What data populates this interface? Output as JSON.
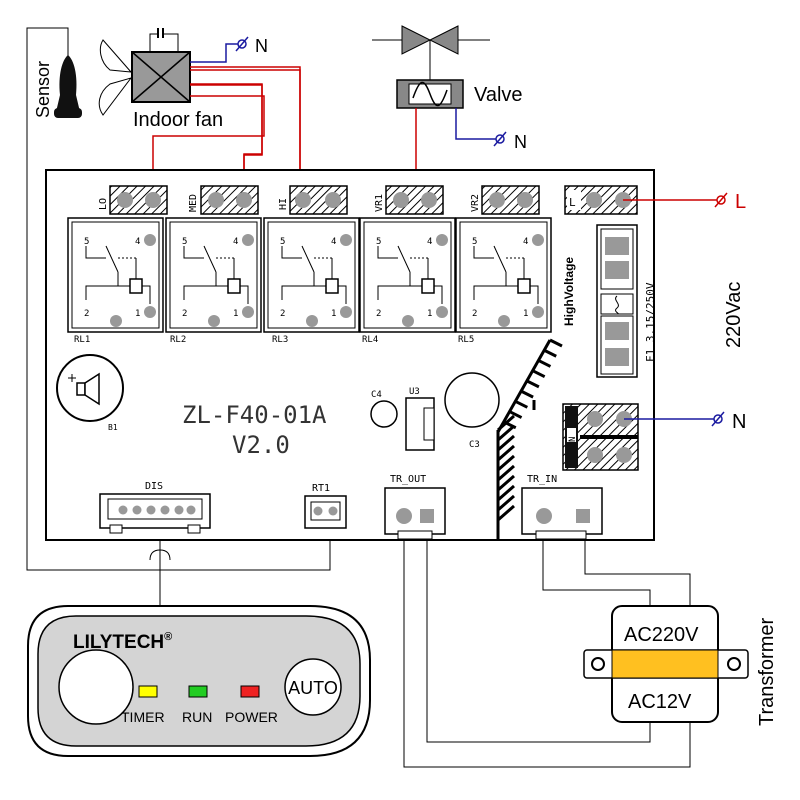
{
  "labels": {
    "sensor": "Sensor",
    "indoor_fan": "Indoor fan",
    "fan_neutral": "N",
    "valve": "Valve",
    "valve_neutral": "N",
    "line": "L",
    "neutral": "N",
    "supply_voltage": "220Vac",
    "transformer": "Transformer",
    "ac_primary": "AC220V",
    "ac_secondary": "AC12V"
  },
  "board": {
    "model": "ZL-F40-01A",
    "version": "V2.0",
    "high_voltage": "HighVoltage",
    "fuse": "F1 3.15/250V",
    "buzzer": "B1",
    "c3": "C3",
    "c4": "C4",
    "u3": "U3",
    "terminal_l": "L",
    "terminal_n": "N",
    "terminals": [
      "LO",
      "MED",
      "HI",
      "VR1",
      "VR2"
    ],
    "relays": [
      "RL1",
      "RL2",
      "RL3",
      "RL4",
      "RL5"
    ],
    "relay_pins": {
      "p5": "5",
      "p4": "4",
      "p2": "2",
      "p1": "1"
    },
    "connectors": {
      "dis": "DIS",
      "rt1": "RT1",
      "tr_out": "TR_OUT",
      "tr_in": "TR_IN"
    }
  },
  "panel": {
    "brand": "LILYTECH",
    "brand_mark": "®",
    "auto_button": "AUTO",
    "leds": [
      {
        "label": "TIMER",
        "color": "#ffff00"
      },
      {
        "label": "RUN",
        "color": "#22cc22"
      },
      {
        "label": "POWER",
        "color": "#ee2222"
      }
    ]
  },
  "colors": {
    "wire_red": "#cc0000",
    "wire_blue": "#1a1aa0",
    "transformer_band": "#ffc020",
    "board_fill": "#ffffff",
    "panel_fill": "#d4d4d4",
    "part_gray": "#999999"
  }
}
